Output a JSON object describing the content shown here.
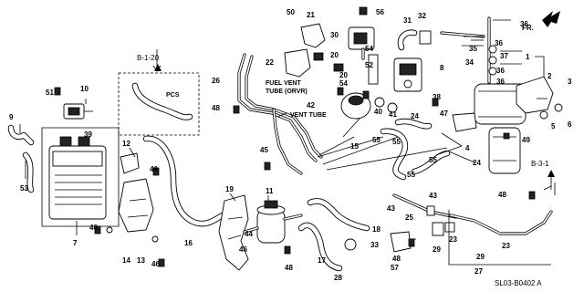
{
  "diagram": {
    "part_numbers": {
      "p1": "1",
      "p2": "2",
      "p3": "3",
      "p4": "4",
      "p5": "5",
      "p6": "6",
      "p7": "7",
      "p8": "8",
      "p9": "9",
      "p10": "10",
      "p11": "11",
      "p12": "12",
      "p13": "13",
      "p14": "14",
      "p15": "15",
      "p16": "16",
      "p17": "17",
      "p18": "18",
      "p19": "19",
      "p20a": "20",
      "p20b": "20",
      "p21": "21",
      "p22": "22",
      "p23a": "23",
      "p23b": "23",
      "p24a": "24",
      "p24b": "24",
      "p25": "25",
      "p26": "26",
      "p27": "27",
      "p28": "28",
      "p29a": "29",
      "p29b": "29",
      "p30": "30",
      "p31": "31",
      "p32": "32",
      "p33": "33",
      "p34": "34",
      "p35": "35",
      "p36a": "36",
      "p36b": "36",
      "p36c": "36",
      "p36d": "36",
      "p37": "37",
      "p38": "38",
      "p39": "39",
      "p40": "40",
      "p41": "41",
      "p42": "42",
      "p43a": "43",
      "p43b": "43",
      "p44": "44",
      "p45": "45",
      "p46a": "46",
      "p46b": "46",
      "p46c": "46",
      "p47": "47",
      "p48a": "48",
      "p48b": "48",
      "p48c": "48",
      "p48d": "48",
      "p49": "49",
      "p50": "50",
      "p51": "51",
      "p52": "52",
      "p53": "53",
      "p54a": "54",
      "p54b": "54",
      "p55a": "55",
      "p55b": "55",
      "p55c": "55",
      "p55d": "55",
      "p56": "56",
      "p57": "57"
    },
    "notes": {
      "fuel_vent_1": "FUEL VENT",
      "fuel_vent_2": "TUBE (ORVR)",
      "vent_tube": "VENT TUBE",
      "pcs": "PCS"
    },
    "refs": {
      "b120": "B-1-20",
      "b31": "B-3-1"
    },
    "direction": "FR.",
    "diagram_code": "SL03-B0402 A"
  }
}
